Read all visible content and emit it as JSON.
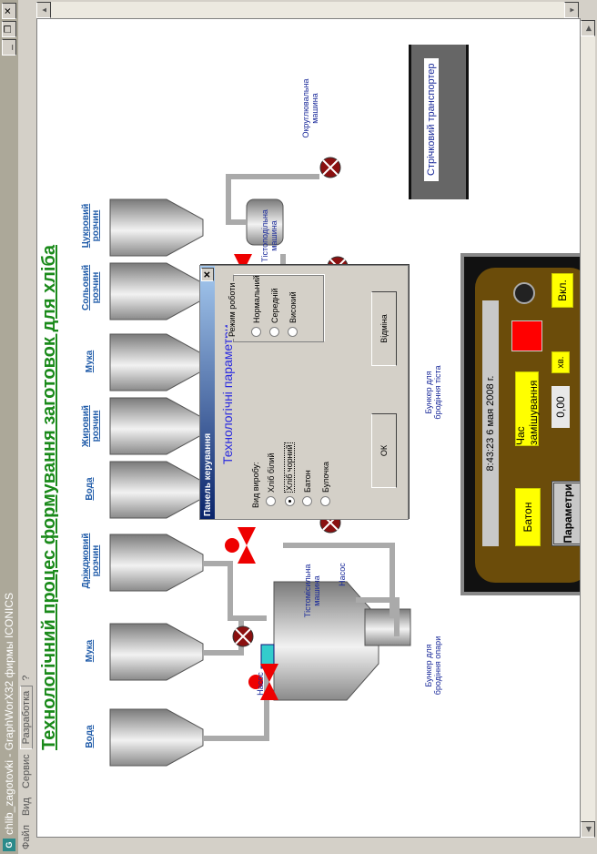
{
  "window": {
    "title": "chlib_zagotovki - GraphWorX32 фирмы ICONICS",
    "buttons": {
      "minimize": "_",
      "restore": "❐",
      "close": "✕"
    }
  },
  "menu": {
    "items": [
      "Файл",
      "Вид",
      "Сервис",
      "Разработка",
      "?"
    ]
  },
  "page_title": "Технологічний процес формування заготовок для хліба",
  "tanks": [
    {
      "label": "Вода"
    },
    {
      "label": "Мука"
    },
    {
      "label": "Дріжджовий розчин"
    },
    {
      "label": "Вода"
    },
    {
      "label": "Жировий розчин"
    },
    {
      "label": "Мука"
    },
    {
      "label": "Сольовий розчин"
    },
    {
      "label": "Цукровий розчин"
    }
  ],
  "equipment_labels": {
    "pump1": "Насос",
    "pump2": "Насос",
    "mixer": "Тістомісильна машина",
    "dough_bunker": "Бункер для бродіння опари",
    "fermentation_bunker": "Бункер для бродіння тіста",
    "divider": "Тістоподільна машина",
    "rounder": "Округлювальна машина",
    "conveyor": "Стрічковий транспортер"
  },
  "dialog": {
    "title": "Панель керування",
    "close": "✕",
    "heading": "Технологічні параметри",
    "product_group": {
      "label": "Вид виробу:",
      "options": [
        "Хліб білий",
        "Хліб чорний",
        "Батон",
        "Булочка"
      ],
      "selected": "Хліб чорний"
    },
    "mode_group": {
      "label": "Режим роботи",
      "options": [
        "Нормальний",
        "Середній",
        "Високий"
      ],
      "selected": null
    },
    "ok_label": "ОК",
    "cancel_label": "Відміна"
  },
  "control_panel": {
    "datetime": "8:43:23 6 мая 2008 г.",
    "product": "Батон",
    "params_button": "Параметри",
    "mix_time_label": "Час замішування",
    "mix_time_value": "0,00",
    "unit": "хв.",
    "power_label": "Вкл.",
    "colors": {
      "panel": "#6b4c0a",
      "indicator": "#ff0000",
      "highlight": "#ffff00"
    }
  }
}
